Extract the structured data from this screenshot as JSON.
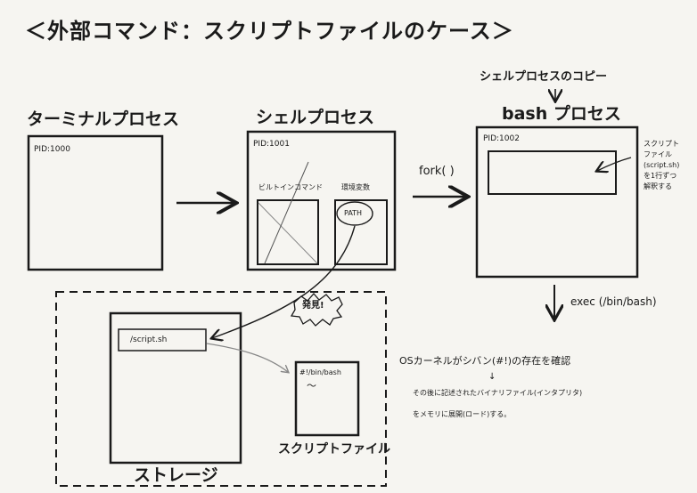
{
  "title": "＜外部コマンド：スクリプトファイルのケース＞",
  "terminal": {
    "label": "ターミナルプロセス",
    "pid": "PID:1000"
  },
  "shell": {
    "label": "シェルプロセス",
    "pid": "PID:1001",
    "builtin_label": "ビルトインコマンド",
    "env_label": "環境変数",
    "path_label": "PATH"
  },
  "bash": {
    "copy_label": "シェルプロセスのコピー",
    "copy_arrow": "↓",
    "label": "bash プロセス",
    "pid": "PID:1002",
    "side_note": [
      "スクリプト",
      "ファイル",
      "(script.sh)",
      "を1行ずつ",
      "解釈する"
    ]
  },
  "fork_label": "fork( )",
  "exec_label": "exec (/bin/bash)",
  "found_label": "発見!",
  "storage": {
    "label": "ストレージ",
    "file_entry": "/script.sh",
    "script_label": "スクリプトファイル",
    "shebang": "#!/bin/bash",
    "tilde": "～"
  },
  "os_note": {
    "line1": "OSカーネルがシバン(#!)の存在を確認",
    "arrow": "↓",
    "line2": "その後に記述されたバイナリファイル(インタプリタ)",
    "line3": "をメモリに展開(ロード)する。"
  }
}
